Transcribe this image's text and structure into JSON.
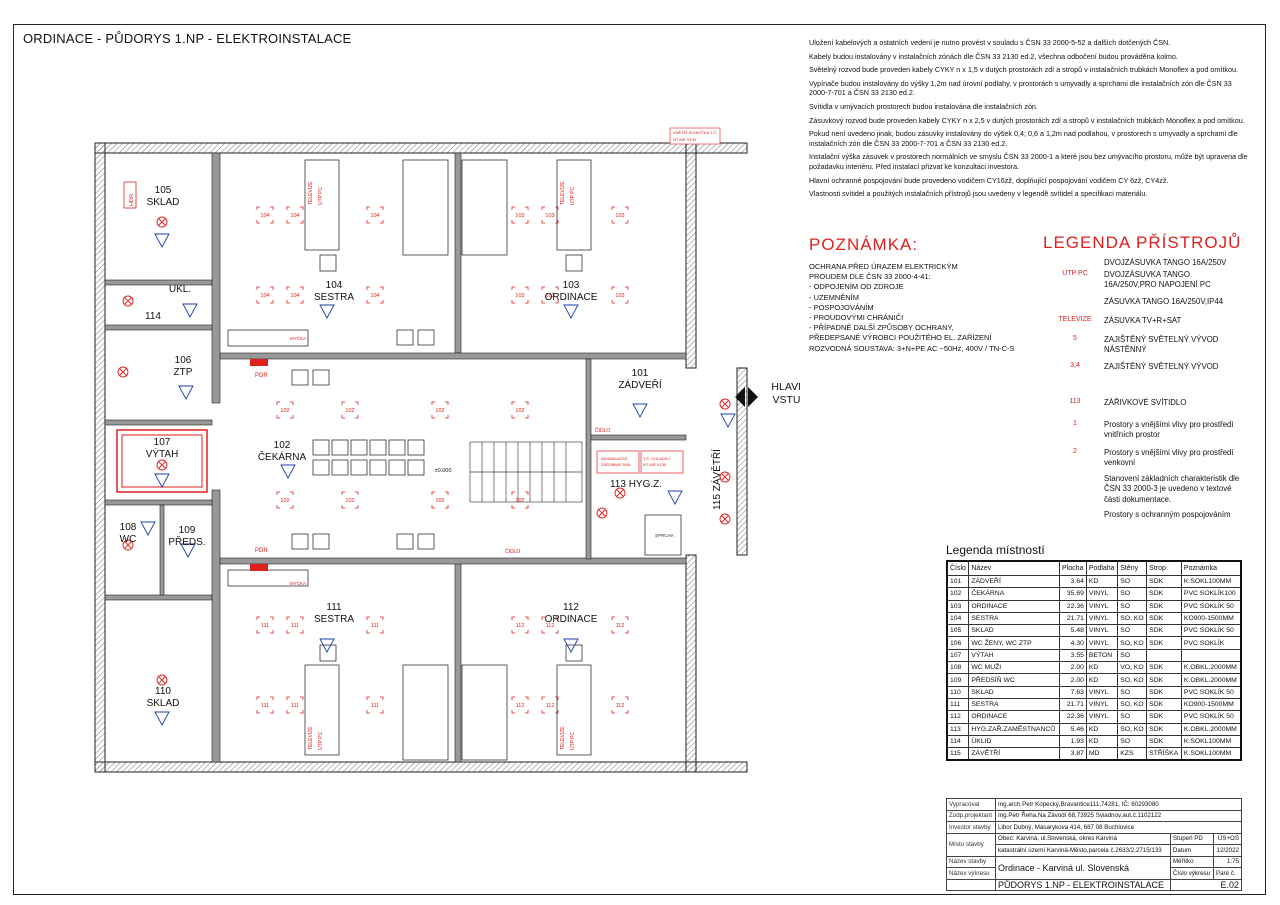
{
  "title": "ORDINACE - PŮDORYS 1.NP - ELEKTROINSTALACE",
  "notes": [
    "Uložení kabelových a ostatních vedení je nutno provést v souladu s ČSN 33 2000-5-52 a dalších dotčených ČSN.",
    "Kabely budou instalovány v instalačních zónách dle ČSN 33 2130 ed.2, všechna odbočení budou prováděna kolmo.",
    "Světelný rozvod bude proveden kabely CYKY n x 1,5 v dutých prostorách zdí a stropů v instalačních trubkách Monoflex a pod omítkou.",
    "Vypínače budou instalovány do výšky 1,2m nad úrovní podlahy, v prostorách s umyvadly a sprchami dle instalačních zón dle ČSN 33 2000-7-701 a ČSN 33 2130 ed.2.",
    "Svítidla v umývacích prostorech budou instalována dle instalačních zón.",
    "Zásuvkový rozvod bude proveden kabely CYKY n x 2,5 v dutých prostorách zdí a stropů v instalačních trubkách Monoflex a pod omítkou.",
    "Pokud není uvedeno jinak, budou zásuvky instalovány do výšek 0,4; 0,6 a 1,2m nad podlahou, v prostorech s umyvadly a sprchami dle instalačních zón dle ČSN 33 2000-7-701 a ČSN 33 2130 ed.2.",
    "Instalační výška zásuvek v prostorech normálních ve smyslu ČSN 33 2000-1 a které jsou bez umývacího prostoru, může být upravena dle požadavku interiéru. Před instalací přizvat ke konzultaci investora.",
    "Hlavní ochranné pospojování bude provedeno vodičem CY16zž, doplňující pospojování vodičem CY 6zž, CY4zž.",
    "Vlastnosti svítidel a použitých instalačních přístrojů jsou uvedeny v legendě svítidel a specifikaci materiálu."
  ],
  "poznamka": {
    "title": "POZNÁMKA:",
    "lines": [
      "OCHRANA PŘED ÚRAZEM ELEKTRICKÝM",
      "PROUDEM DLE ČSN 33 2000-4-41:",
      "- ODPOJENÍM OD ZDROJE",
      "- UZEMNĚNÍM",
      "- POSPOJOVÁNÍM",
      "- PROUDOVÝMI CHRÁNIČI",
      "- PŘÍPADNÉ DALŠÍ ZPŮSOBY OCHRANY,",
      "PŘEDEPSANÉ VÝROBCI POUŽITÉHO EL. ZAŘÍZENÍ",
      "ROZVODNÁ SOUSTAVA: 3+N+PE AC ~50Hz, 400V / TN-C-S"
    ]
  },
  "legend": {
    "title": "LEGENDA PŘÍSTROJŮ",
    "items": [
      {
        "symbol": "",
        "text": "DVOJZÁSUVKA TANGO 16A/250V"
      },
      {
        "symbol": "UTP PC",
        "text": "DVOJZÁSUVKA TANGO 16A/250V,PRO NAPOJENÍ PC"
      },
      {
        "symbol": "",
        "text": "ZÁSUVKA TANGO 16A/250V,IP44"
      },
      {
        "symbol": "TELEVIZE",
        "text": "ZÁSUVKA TV+R+SAT"
      },
      {
        "symbol": "5",
        "text": "ZAJIŠTĚNÝ SVĚTELNÝ VÝVOD NÁSTĚNNÝ"
      },
      {
        "symbol": "3,4",
        "text": "ZAJIŠTĚNÝ SVĚTELNÝ VÝVOD"
      },
      {
        "symbol": "113",
        "text": "ZÁŘIVKOVÉ SVÍTIDLO"
      },
      {
        "symbol": "1",
        "text": "Prostory s vnějšími vlivy pro prostředí vnitřních prostor"
      },
      {
        "symbol": "2",
        "text": "Prostory s vnějšími vlivy pro prostředí venkovní"
      },
      {
        "symbol": "",
        "text": "Stanovení základních charakteristik dle ČSN 33 2000-3 je uvedeno v textové části dokumentace."
      },
      {
        "symbol": "",
        "text": "Prostory s ochranným pospojováním"
      }
    ]
  },
  "rooms_title": "Legenda místností",
  "rooms_headers": [
    "Číslo",
    "Název",
    "Plocha",
    "Podlaha",
    "Stěny",
    "Strop",
    "Poznámka"
  ],
  "rooms": [
    [
      "101",
      "ZÁDVEŘÍ",
      "3.64",
      "KD",
      "SO",
      "SDK",
      "K.SOKL100MM"
    ],
    [
      "102",
      "ČEKÁRNA",
      "35.69",
      "VINYL",
      "SO",
      "SDK",
      "PVC SOKLÍK100"
    ],
    [
      "103",
      "ORDINACE",
      "22.36",
      "VINYL",
      "SO",
      "SDK",
      "PVC SOKLÍK 50"
    ],
    [
      "104",
      "SESTRA",
      "21.71",
      "VINYL",
      "SO, KO",
      "SDK",
      "KO900-1500MM"
    ],
    [
      "105",
      "SKLAD",
      "5.48",
      "VINYL",
      "SO",
      "SDK",
      "PVC SOKLÍK 50"
    ],
    [
      "106",
      "WC ŽENY, WC ZTP",
      "4.30",
      "VINYL",
      "SO, KO",
      "SDK",
      "PVC SOKLÍK"
    ],
    [
      "107",
      "VÝTAH",
      "3.55",
      "BETON",
      "SO",
      "",
      ""
    ],
    [
      "108",
      "WC MUŽI",
      "2.00",
      "KD",
      "VO, KO",
      "SDK",
      "K.OBKL.2000MM"
    ],
    [
      "109",
      "PŘEDSÍŇ WC",
      "2.00",
      "KD",
      "SO, KO",
      "SDK",
      "K.OBKL.2000MM"
    ],
    [
      "110",
      "SKLAD",
      "7.63",
      "VINYL",
      "SO",
      "SDK",
      "PVC SOKLÍK 50"
    ],
    [
      "111",
      "SESTRA",
      "21.71",
      "VINYL",
      "SO, KO",
      "SDK",
      "KO900-1500MM"
    ],
    [
      "112",
      "ORDINACE",
      "22.36",
      "VINYL",
      "SO",
      "SDK",
      "PVC SOKLÍK 50"
    ],
    [
      "113",
      "HYG.ZAŘ.ZAMĚSTNANCŮ",
      "5.46",
      "KD",
      "SO, KO",
      "SDK",
      "K.OBKL.2000MM"
    ],
    [
      "114",
      "ÚKLID",
      "1.93",
      "KD",
      "SO",
      "SDK",
      "K.SOKL100MM"
    ],
    [
      "115",
      "ZÁVĚTŘÍ",
      "3.87",
      "MD",
      "KZS",
      "STŘÍŠKA",
      "K.SOKL100MM"
    ]
  ],
  "title_block": {
    "vypracoval_label": "Vypracoval",
    "vypracoval": "Ing.arch.Petr Kopecký,Bravantice111,74281, IČ: 60293080",
    "zodp_label": "Zodp.projektant",
    "zodp": "Ing.Petr Řeha,Na Závodí 68,73925 Sviadnov,aut.č.1102122",
    "investor_label": "Investor stavby",
    "investor": "Libor Dubný, Masarykova 414, 687 08 Buchlovice",
    "misto_label": "Místo stavby",
    "misto1": "Obec: Karviná, ul.Slovenská, okres Karviná",
    "misto2": "katastrální území Karviná-Město,parcela č.2633/2,2715/133",
    "stupen_label": "Stupeň PD",
    "stupen": "ÚS+OS",
    "datum_label": "Datum",
    "datum": "12/2022",
    "meritko_label": "Měřítko",
    "meritko": "1:75",
    "nazev_stavby_label": "Název stavby",
    "nazev_stavby": "Ordinace - Karviná ul. Slovenská",
    "nazev_vykresu_label": "Název výkresu",
    "nazev_vykresu": "PŮDORYS 1.NP - ELEKTROINSTALACE",
    "cislo_label": "Číslo výkresu",
    "cislo": "E.02",
    "pare_label": "Paré č."
  },
  "plan": {
    "rooms": [
      {
        "name": "SKLAD",
        "num": "105"
      },
      {
        "name": "SESTRA",
        "num": "104"
      },
      {
        "name": "ORDINACE",
        "num": "103"
      },
      {
        "name": "UKL.",
        "num": "114"
      },
      {
        "name": "ZTP",
        "num": "106"
      },
      {
        "name": "ZÁDVEŘÍ",
        "num": "101"
      },
      {
        "name": "VÝTAH",
        "num": "107"
      },
      {
        "name": "ČEKÁRNA",
        "num": "102"
      },
      {
        "name": "HYG.Z.",
        "num": "113"
      },
      {
        "name": "WC",
        "num": "108"
      },
      {
        "name": "PŘEDS.",
        "num": "109"
      },
      {
        "name": "SESTRA",
        "num": "111"
      },
      {
        "name": "ORDINACE",
        "num": "112"
      },
      {
        "name": "SKLAD",
        "num": "110"
      }
    ],
    "entrance": "HLAVNÍ VSTUP",
    "zavetri": "115 ZÁVĚTŘÍ",
    "level": "±0.000",
    "tv_label": "TELEVIZE",
    "utp_label": "UTP PC",
    "hdr": "HDR",
    "pdr": "PDR",
    "mycka": "MYČKA",
    "sprcha": "SPRCHA",
    "outdoor_unit": "VNĚJŠÍ JEDNOTKA T.Č. NT AIR X130",
    "akum_label": "AKUMULAČNÍ ZÁSOBNÍK 500L",
    "cooling_label": "T.Č. CHLADÍCÍ VNITŘNÍ JEDN. NT AIR X130",
    "cidlo": "ČIDLO"
  }
}
